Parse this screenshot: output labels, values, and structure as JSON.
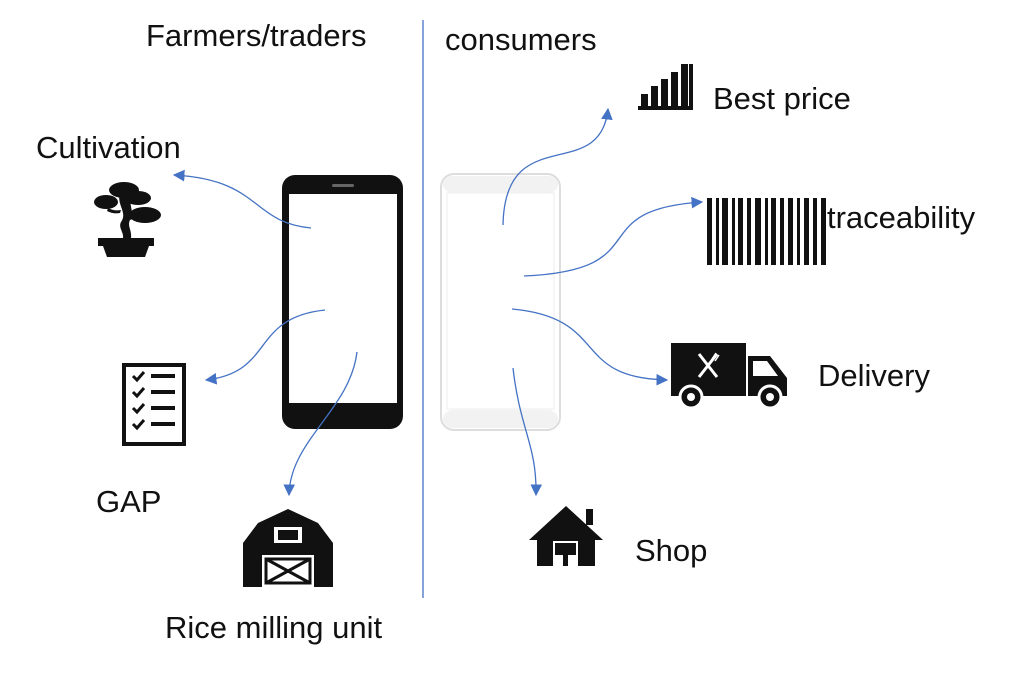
{
  "columns": {
    "left": "Farmers/traders",
    "right": "consumers"
  },
  "farmer_features": [
    {
      "label": "Cultivation",
      "icon": "bonsai-tree-icon"
    },
    {
      "label": "GAP",
      "icon": "checklist-icon"
    },
    {
      "label": "Rice milling unit",
      "icon": "barn-icon"
    }
  ],
  "consumer_features": [
    {
      "label": "Best price",
      "icon": "bar-chart-icon"
    },
    {
      "label": "traceability",
      "icon": "barcode-icon"
    },
    {
      "label": "Delivery",
      "icon": "delivery-truck-icon"
    },
    {
      "label": "Shop",
      "icon": "shop-house-icon"
    }
  ],
  "colors": {
    "arrow": "#4472c4",
    "divider": "#4472c4",
    "phone_dark": "#111111",
    "phone_light": "#e6e6e6",
    "icon": "#111111"
  }
}
